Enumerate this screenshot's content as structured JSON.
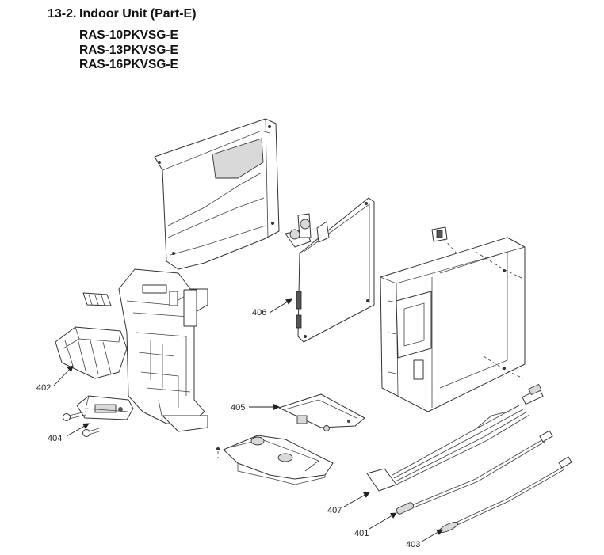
{
  "header": {
    "section_number": "13-2.",
    "section_title": "Indoor Unit (Part-E)",
    "models": [
      "RAS-10PKVSG-E",
      "RAS-13PKVSG-E",
      "RAS-16PKVSG-E"
    ]
  },
  "parts": {
    "p401": "401",
    "p402": "402",
    "p403": "403",
    "p404": "404",
    "p405": "405",
    "p406": "406",
    "p407": "407"
  }
}
